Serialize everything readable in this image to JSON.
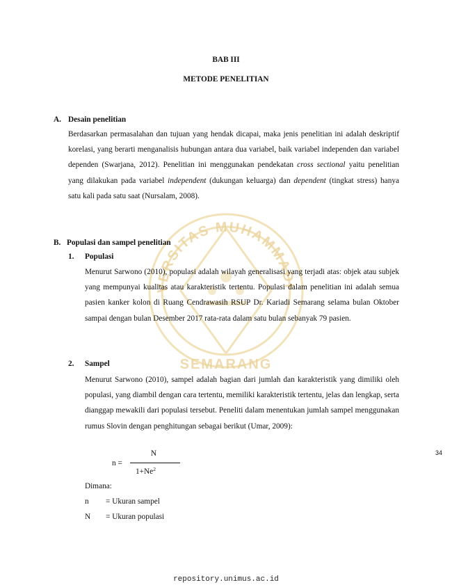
{
  "chapter": "BAB III",
  "chapter_title": "METODE PENELITIAN",
  "sectionA": {
    "marker": "A.",
    "title": "Desain penelitian",
    "p1_a": "Berdasarkan  permasalahan dan tujuan yang hendak dicapai, maka jenis penelitian ini adalah deskriptif korelasi, yang berarti menganalisis hubungan antara dua variabel, baik variabel independen dan variabel dependen (Swarjana, 2012). Penelitian ini menggunakan pendekatan ",
    "p1_i1": "cross sectional",
    "p1_b": " yaitu penelitian yang dilakukan pada variabel ",
    "p1_i2": "independent",
    "p1_c": " (dukungan keluarga) dan ",
    "p1_i3": "dependent",
    "p1_d": " (tingkat stress) hanya satu kali pada satu saat (Nursalam, 2008)."
  },
  "sectionB": {
    "marker": "B.",
    "title": "Populasi dan sampel penelitian",
    "sub1": {
      "marker": "1.",
      "title": "Populasi",
      "text": "Menurut Sarwono (2010), populasi adalah wilayah generalisasi yang terjadi atas: objek atau subjek yang mempunyai kualitas atau karakteristik tertentu. Populasi dalam penelitian ini adalah semua pasien kanker kolon di Ruang Cendrawasih RSUP Dr. Kariadi Semarang selama bulan Oktober sampai dengan bulan Desember 2017 rata-rata dalam satu bulan sebanyak 79 pasien."
    },
    "sub2": {
      "marker": "2.",
      "title": "Sampel",
      "text": "Menurut Sarwono (2010), sampel adalah bagian dari jumlah dan karakteristik yang dimiliki oleh populasi, yang diambil dengan cara tertentu, memiliki karakteristik tertentu, jelas dan lengkap, serta dianggap mewakili dari populasi tersebut. Peneliti dalam menentukan jumlah sampel menggunakan rumus Slovin dengan penghitungan sebagai berikut (Umar, 2009):"
    }
  },
  "formula": {
    "lhs": "n  =",
    "numerator": "N",
    "denominator_base": "1+Ne",
    "denominator_exp": "2"
  },
  "where_label": "Dimana:",
  "definitions": [
    {
      "symbol": "n",
      "text": "= Ukuran sampel"
    },
    {
      "symbol": "N",
      "text": "= Ukuran populasi"
    }
  ],
  "watermark": {
    "top_text": "UNIVERSITAS MUHAMMADIYAH",
    "bottom_text": "SEMARANG",
    "color": "#e9ca7e"
  },
  "page_number": "34",
  "footer": "repository.unimus.ac.id"
}
